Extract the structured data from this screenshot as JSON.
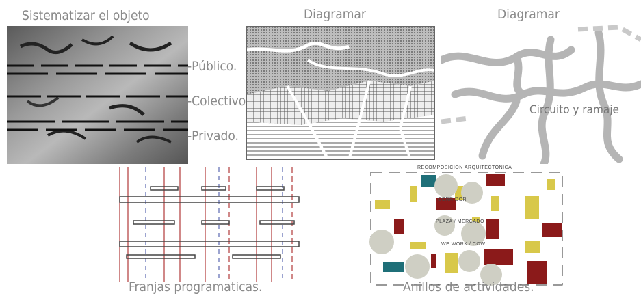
{
  "titles": {
    "sistematizar": "Sistematizar el objeto",
    "diagramar_1": "Diagramar",
    "diagramar_2": "Diagramar"
  },
  "levels": {
    "publico": "-Público.",
    "colectivo": "-Colectivo",
    "privado": "-Privado."
  },
  "circuito": "Circuito y ramaje",
  "captions": {
    "franjas": "Franjas programaticas.",
    "anillos": "Anillos de actividades."
  },
  "anillos_labels": {
    "recomposicion": "RECOMPOSICION ARQUITECTONICA",
    "corridor": "CORRIDOR",
    "plaza": "PLAZA / MERCADO",
    "coworking": "WE WORK / COW"
  },
  "colors": {
    "label_gray": "#8a8a8a",
    "red": "#8b1a1a",
    "yellow": "#d8c84a",
    "teal": "#1f6f78",
    "circle": "#cfcfc4"
  }
}
